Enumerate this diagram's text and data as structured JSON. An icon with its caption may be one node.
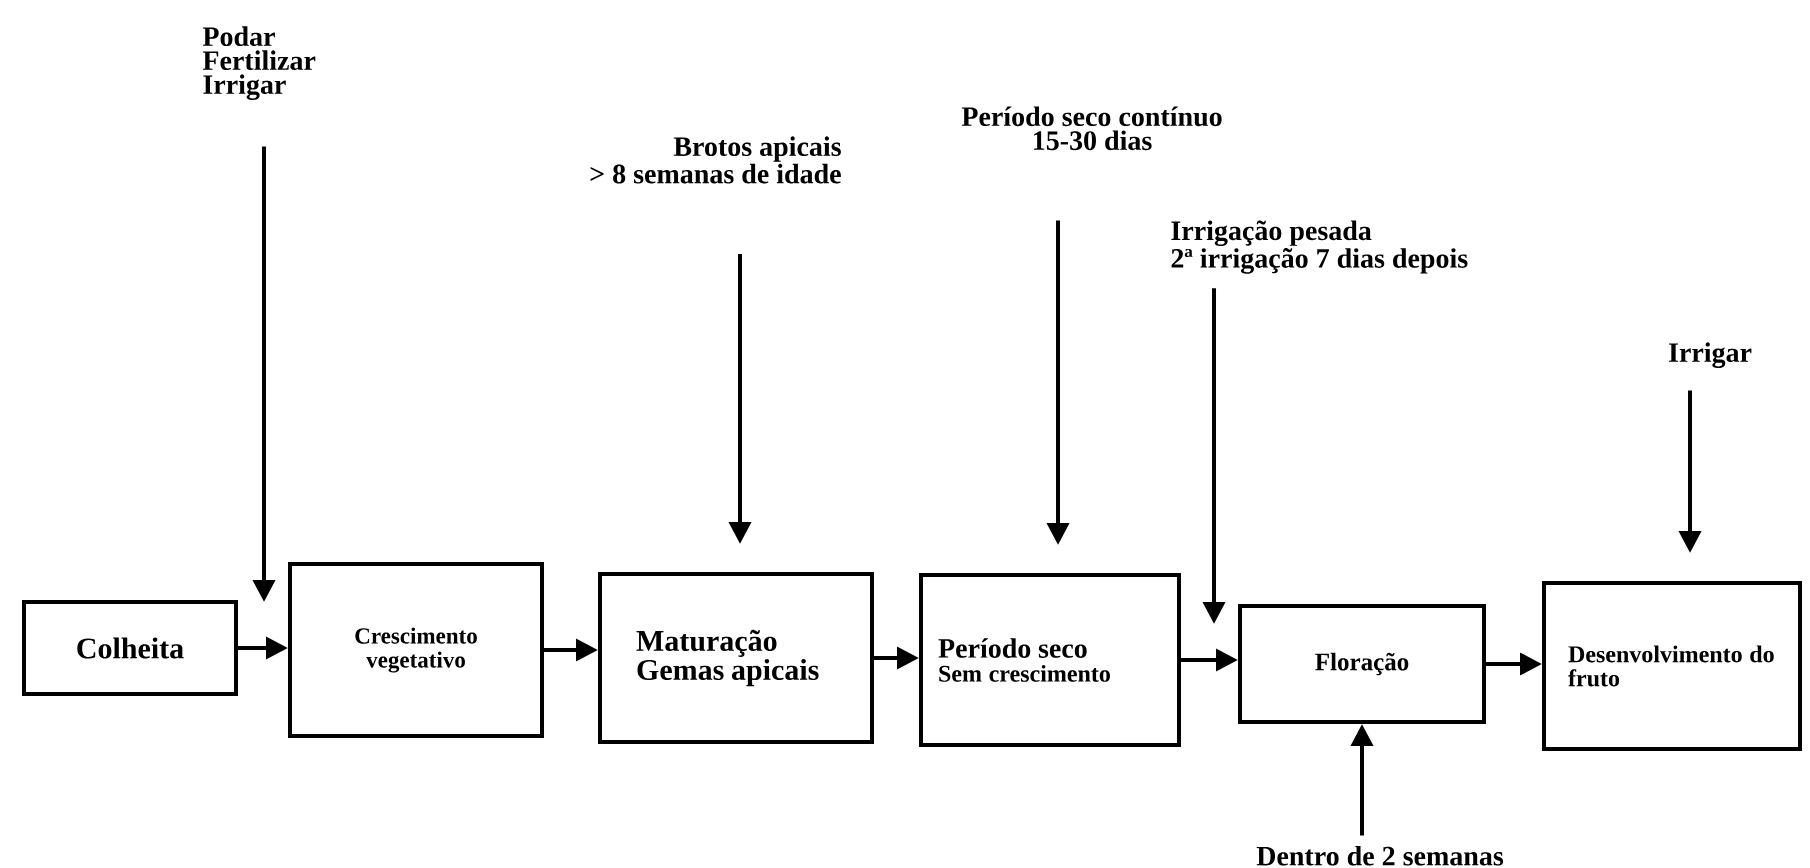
{
  "diagram": {
    "nodes": [
      {
        "text": [
          "Colheita"
        ]
      },
      {
        "text": [
          "Crescimento vegetativo"
        ]
      },
      {
        "text": [
          "Maturação",
          "Gemas apicais"
        ]
      },
      {
        "text": [
          "Período seco",
          "Sem crescimento"
        ]
      },
      {
        "text": [
          "Floração"
        ]
      },
      {
        "text": [
          "Desenvolvimento do fruto"
        ]
      },
      {
        "text": [
          "Podar",
          "Fertilizar",
          "Irrigar"
        ]
      },
      {
        "text": [
          "Brotos apicais",
          "> 8 semanas de idade"
        ]
      },
      {
        "text": [
          "Período seco contínuo",
          "15-30 dias"
        ]
      },
      {
        "text": [
          "Irrigação pesada",
          "2ª irrigação 7 dias depois"
        ]
      },
      {
        "text": [
          "Irrigar"
        ]
      },
      {
        "text": [
          "Dentro de 2 semanas"
        ]
      }
    ],
    "edges": [
      {
        "from": 0,
        "to": 1,
        "arrow": "to"
      },
      {
        "from": 1,
        "to": 2,
        "arrow": "to"
      },
      {
        "from": 2,
        "to": 3,
        "arrow": "to"
      },
      {
        "from": 3,
        "to": 4,
        "arrow": "to"
      },
      {
        "from": 4,
        "to": 5,
        "arrow": "to"
      },
      {
        "from": 6,
        "to": 1,
        "arrow": "to"
      },
      {
        "from": 7,
        "to": 2,
        "arrow": "to"
      },
      {
        "from": 8,
        "to": 3,
        "arrow": "to"
      },
      {
        "from": 9,
        "to": 4,
        "arrow": "to"
      },
      {
        "from": 10,
        "to": 5,
        "arrow": "to"
      },
      {
        "from": 11,
        "to": 4,
        "arrow": "to"
      }
    ]
  }
}
